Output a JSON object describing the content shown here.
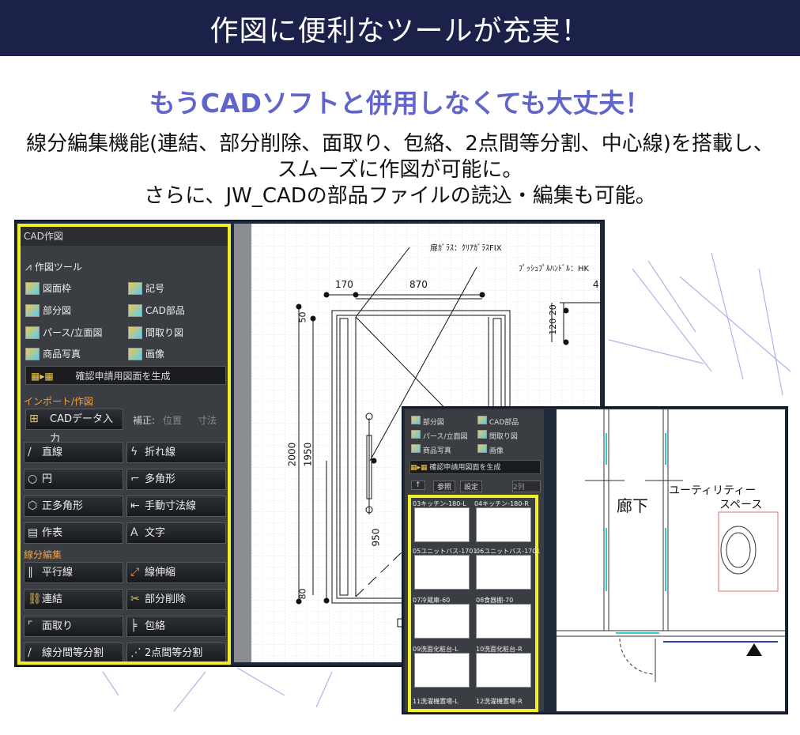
{
  "banner": {
    "title": "作図に便利なツールが充実！"
  },
  "subheading": "もうCADソフトと併用しなくても大丈夫！",
  "description": {
    "line1": "線分編集機能(連結、部分削除、面取り、包絡、2点間等分割、中心線)を搭載し、",
    "line2": "スムーズに作図が可能に。",
    "line3": "さらに、JW_CADの部品ファイルの読込・編集も可能。"
  },
  "panel": {
    "title": "CAD作図",
    "tool_label": "作図ツール",
    "items": [
      "図面枠",
      "記号",
      "部分図",
      "CAD部品",
      "パース/立面図",
      "間取り図",
      "商品写真",
      "画像"
    ],
    "generate": "確認申請用図面を生成",
    "import_section": "インポート/作図",
    "cad_input": "CADデータ入力",
    "correction": "補正:",
    "position": "位置",
    "dimension": "寸法",
    "draw_buttons": [
      {
        "label": "直線",
        "icon": "line-icon"
      },
      {
        "label": "折れ線",
        "icon": "polyline-icon"
      },
      {
        "label": "円",
        "icon": "circle-icon"
      },
      {
        "label": "多角形",
        "icon": "polygon-icon"
      },
      {
        "label": "正多角形",
        "icon": "regular-polygon-icon"
      },
      {
        "label": "手動寸法線",
        "icon": "dimension-line-icon"
      },
      {
        "label": "作表",
        "icon": "table-icon"
      },
      {
        "label": "文字",
        "icon": "text-icon"
      }
    ],
    "edit_section": "線分編集",
    "edit_buttons": [
      {
        "label": "平行線",
        "icon": "parallel-line-icon"
      },
      {
        "label": "線伸縮",
        "icon": "extend-line-icon"
      },
      {
        "label": "連結",
        "icon": "link-icon"
      },
      {
        "label": "部分削除",
        "icon": "partial-delete-icon"
      },
      {
        "label": "面取り",
        "icon": "chamfer-icon"
      },
      {
        "label": "包絡",
        "icon": "envelope-icon"
      },
      {
        "label": "線分間等分割",
        "icon": "divide-icon"
      },
      {
        "label": "2点間等分割",
        "icon": "two-point-divide-icon"
      }
    ]
  },
  "drawing": {
    "annotation1": "扉ｶﾞﾗｽ：ｸﾘｱｶﾞﾗｽFIX",
    "annotation2": "ﾌﾟｯｼｭﾌﾟﾙﾊﾝﾄﾞﾙ：HK",
    "dims": [
      "170",
      "870",
      "4",
      "50",
      "120 20",
      "2000",
      "1950",
      "950",
      "80"
    ]
  },
  "window2": {
    "items": [
      "部分図",
      "CAD部品",
      "パース/立面図",
      "間取り図",
      "商品写真",
      "画像"
    ],
    "generate": "確認申請用図面を生成",
    "up_btn": "↑",
    "ref_btn": "参照",
    "setting_btn": "設定",
    "columns": "2列",
    "thumbs": [
      "03キッチン-180-L",
      "04キッチン-180-R",
      "05ユニットバス-1701",
      "06ユニットバス-1701",
      "07冷蔵庫-60",
      "08食器棚-70",
      "09洗面化粧台-L",
      "10洗面化粧台-R",
      "11洗濯機置場-L",
      "12洗濯機置場-R"
    ],
    "room1": "廊下",
    "room2a": "ユーティリティー",
    "room2b": "スペース"
  }
}
